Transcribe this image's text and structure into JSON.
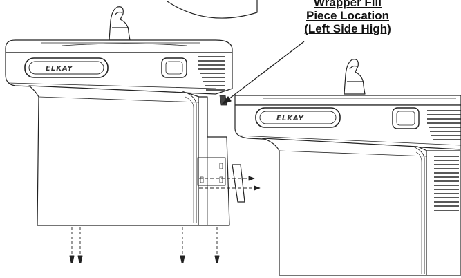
{
  "callout": {
    "line1": "Wrapper Fill",
    "line2": "Piece Location",
    "line3": "(Left Side High)"
  },
  "left_unit": {
    "brand": "ELKAY"
  },
  "right_unit": {
    "brand": "ELKAY"
  },
  "colors": {
    "line": "#222222",
    "background": "#ffffff"
  }
}
